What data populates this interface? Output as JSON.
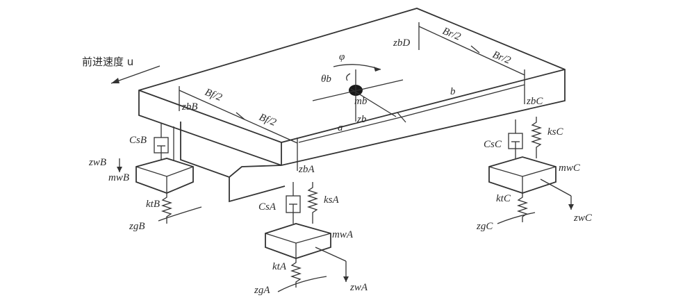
{
  "labels": {
    "forward_speed": "前进速度 u",
    "z_bD": "zbD",
    "Br_half_1": "Br/2",
    "Br_half_2": "Br/2",
    "phi": "φ",
    "theta_b": "θb",
    "m_b": "mb",
    "z_b": "zb",
    "b": "b",
    "a": "a",
    "Bf_half_1": "Bf/2",
    "Bf_half_2": "Bf/2",
    "z_bB": "zbB",
    "z_bC": "zbC",
    "z_bA": "zbA",
    "C_sB": "CsB",
    "z_wB": "zwB",
    "m_wB": "mwB",
    "k_tB": "ktB",
    "z_gB": "zgB",
    "C_sC": "CsC",
    "k_sC": "ksC",
    "m_wC": "mwC",
    "k_tC": "ktC",
    "z_gC": "zgC",
    "z_wC": "zwC",
    "C_sA": "CsA",
    "k_sA": "ksA",
    "m_wA": "mwA",
    "k_tA": "ktA",
    "z_gA": "zgA",
    "z_wA": "zwA"
  }
}
